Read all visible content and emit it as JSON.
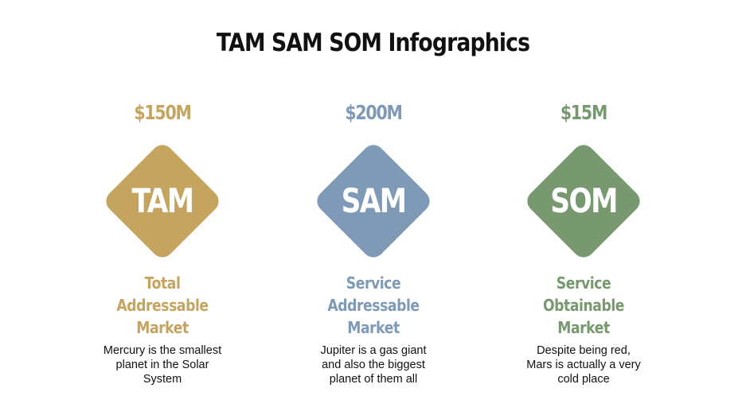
{
  "title": "TAM SAM SOM Infographics",
  "items": [
    {
      "amount": "$150M",
      "label": "TAM",
      "heading": [
        "Total",
        "Addressable",
        "Market"
      ],
      "description": [
        "Mercury is the smallest",
        "planet in the Solar",
        "System"
      ],
      "color": "#c4a45e"
    },
    {
      "amount": "$200M",
      "label": "SAM",
      "heading": [
        "Service",
        "Addressable",
        "Market"
      ],
      "description": [
        "Jupiter is a gas giant",
        "and also the biggest",
        "planet of them all"
      ],
      "color": "#7f9ab7"
    },
    {
      "amount": "$15M",
      "label": "SOM",
      "heading": [
        "Service",
        "Obtainable",
        "Market"
      ],
      "description": [
        "Despite being red,",
        "Mars is actually a very",
        "cold place"
      ],
      "color": "#789870"
    }
  ]
}
